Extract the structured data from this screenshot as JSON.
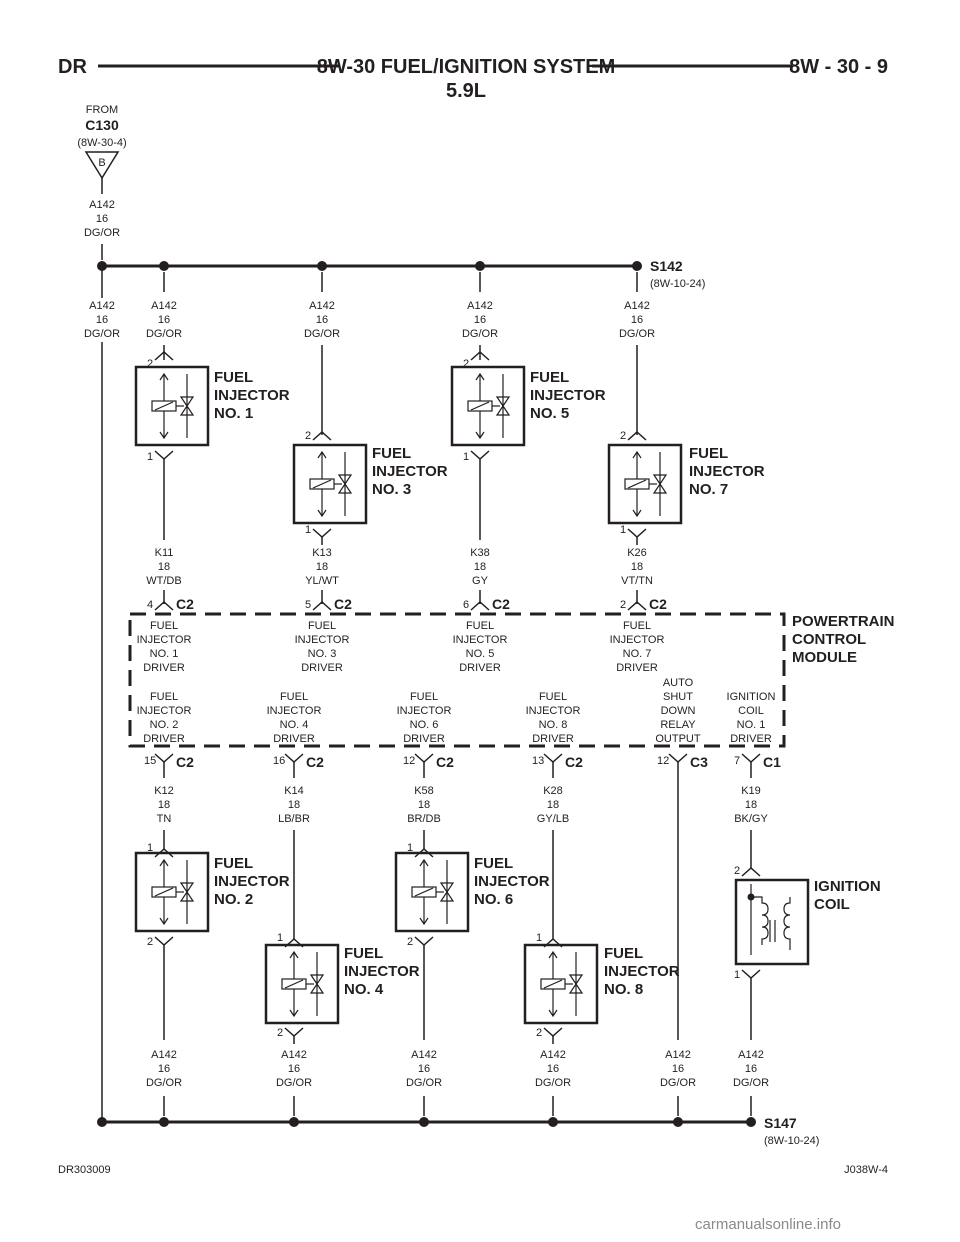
{
  "header": {
    "left": "DR",
    "title": "8W-30 FUEL/IGNITION SYSTEM",
    "subtitle": "5.9L",
    "right": "8W - 30 - 9"
  },
  "source": {
    "from": "FROM",
    "connector": "C130",
    "ref": "(8W-30-4)",
    "pin": "B"
  },
  "wire_a142": {
    "code": "A142",
    "gauge": "16",
    "color": "DG/OR"
  },
  "splice_top": {
    "name": "S142",
    "ref": "(8W-10-24)"
  },
  "splice_bottom": {
    "name": "S147",
    "ref": "(8W-10-24)"
  },
  "pcm": {
    "line1": "POWERTRAIN",
    "line2": "CONTROL",
    "line3": "MODULE"
  },
  "injectors": {
    "n1": {
      "l1": "FUEL",
      "l2": "INJECTOR",
      "l3": "NO. 1",
      "pin_top": "2",
      "pin_bot": "1",
      "circuit": "K11",
      "gauge": "18",
      "color": "WT/DB",
      "cavity": "4",
      "conn": "C2",
      "drv1": "FUEL",
      "drv2": "INJECTOR",
      "drv3": "NO. 1",
      "drv4": "DRIVER"
    },
    "n3": {
      "l1": "FUEL",
      "l2": "INJECTOR",
      "l3": "NO. 3",
      "pin_top": "2",
      "pin_bot": "1",
      "circuit": "K13",
      "gauge": "18",
      "color": "YL/WT",
      "cavity": "5",
      "conn": "C2",
      "drv1": "FUEL",
      "drv2": "INJECTOR",
      "drv3": "NO. 3",
      "drv4": "DRIVER"
    },
    "n5": {
      "l1": "FUEL",
      "l2": "INJECTOR",
      "l3": "NO. 5",
      "pin_top": "2",
      "pin_bot": "1",
      "circuit": "K38",
      "gauge": "18",
      "color": "GY",
      "cavity": "6",
      "conn": "C2",
      "drv1": "FUEL",
      "drv2": "INJECTOR",
      "drv3": "NO. 5",
      "drv4": "DRIVER"
    },
    "n7": {
      "l1": "FUEL",
      "l2": "INJECTOR",
      "l3": "NO. 7",
      "pin_top": "2",
      "pin_bot": "1",
      "circuit": "K26",
      "gauge": "18",
      "color": "VT/TN",
      "cavity": "2",
      "conn": "C2",
      "drv1": "FUEL",
      "drv2": "INJECTOR",
      "drv3": "NO. 7",
      "drv4": "DRIVER"
    },
    "n2": {
      "l1": "FUEL",
      "l2": "INJECTOR",
      "l3": "NO. 2",
      "pin_top": "1",
      "pin_bot": "2",
      "circuit": "K12",
      "gauge": "18",
      "color": "TN",
      "cavity": "15",
      "conn": "C2",
      "drv1": "FUEL",
      "drv2": "INJECTOR",
      "drv3": "NO. 2",
      "drv4": "DRIVER"
    },
    "n4": {
      "l1": "FUEL",
      "l2": "INJECTOR",
      "l3": "NO. 4",
      "pin_top": "1",
      "pin_bot": "2",
      "circuit": "K14",
      "gauge": "18",
      "color": "LB/BR",
      "cavity": "16",
      "conn": "C2",
      "drv1": "FUEL",
      "drv2": "INJECTOR",
      "drv3": "NO. 4",
      "drv4": "DRIVER"
    },
    "n6": {
      "l1": "FUEL",
      "l2": "INJECTOR",
      "l3": "NO. 6",
      "pin_top": "1",
      "pin_bot": "2",
      "circuit": "K58",
      "gauge": "18",
      "color": "BR/DB",
      "cavity": "12",
      "conn": "C2",
      "drv1": "FUEL",
      "drv2": "INJECTOR",
      "drv3": "NO. 6",
      "drv4": "DRIVER"
    },
    "n8": {
      "l1": "FUEL",
      "l2": "INJECTOR",
      "l3": "NO. 8",
      "pin_top": "1",
      "pin_bot": "2",
      "circuit": "K28",
      "gauge": "18",
      "color": "GY/LB",
      "cavity": "13",
      "conn": "C2",
      "drv1": "FUEL",
      "drv2": "INJECTOR",
      "drv3": "NO. 8",
      "drv4": "DRIVER"
    }
  },
  "asd": {
    "d1": "AUTO",
    "d2": "SHUT",
    "d3": "DOWN",
    "d4": "RELAY",
    "d5": "OUTPUT",
    "cavity": "12",
    "conn": "C3"
  },
  "coil": {
    "l1": "IGNITION",
    "l2": "COIL",
    "pin_top": "2",
    "pin_bot": "1",
    "circuit": "K19",
    "gauge": "18",
    "color": "BK/GY",
    "cavity": "7",
    "conn": "C1",
    "d1": "IGNITION",
    "d2": "COIL",
    "d3": "NO. 1",
    "d4": "DRIVER"
  },
  "footer": {
    "left": "DR303009",
    "right": "J038W-4",
    "watermark": "carmanualsonline.info"
  }
}
